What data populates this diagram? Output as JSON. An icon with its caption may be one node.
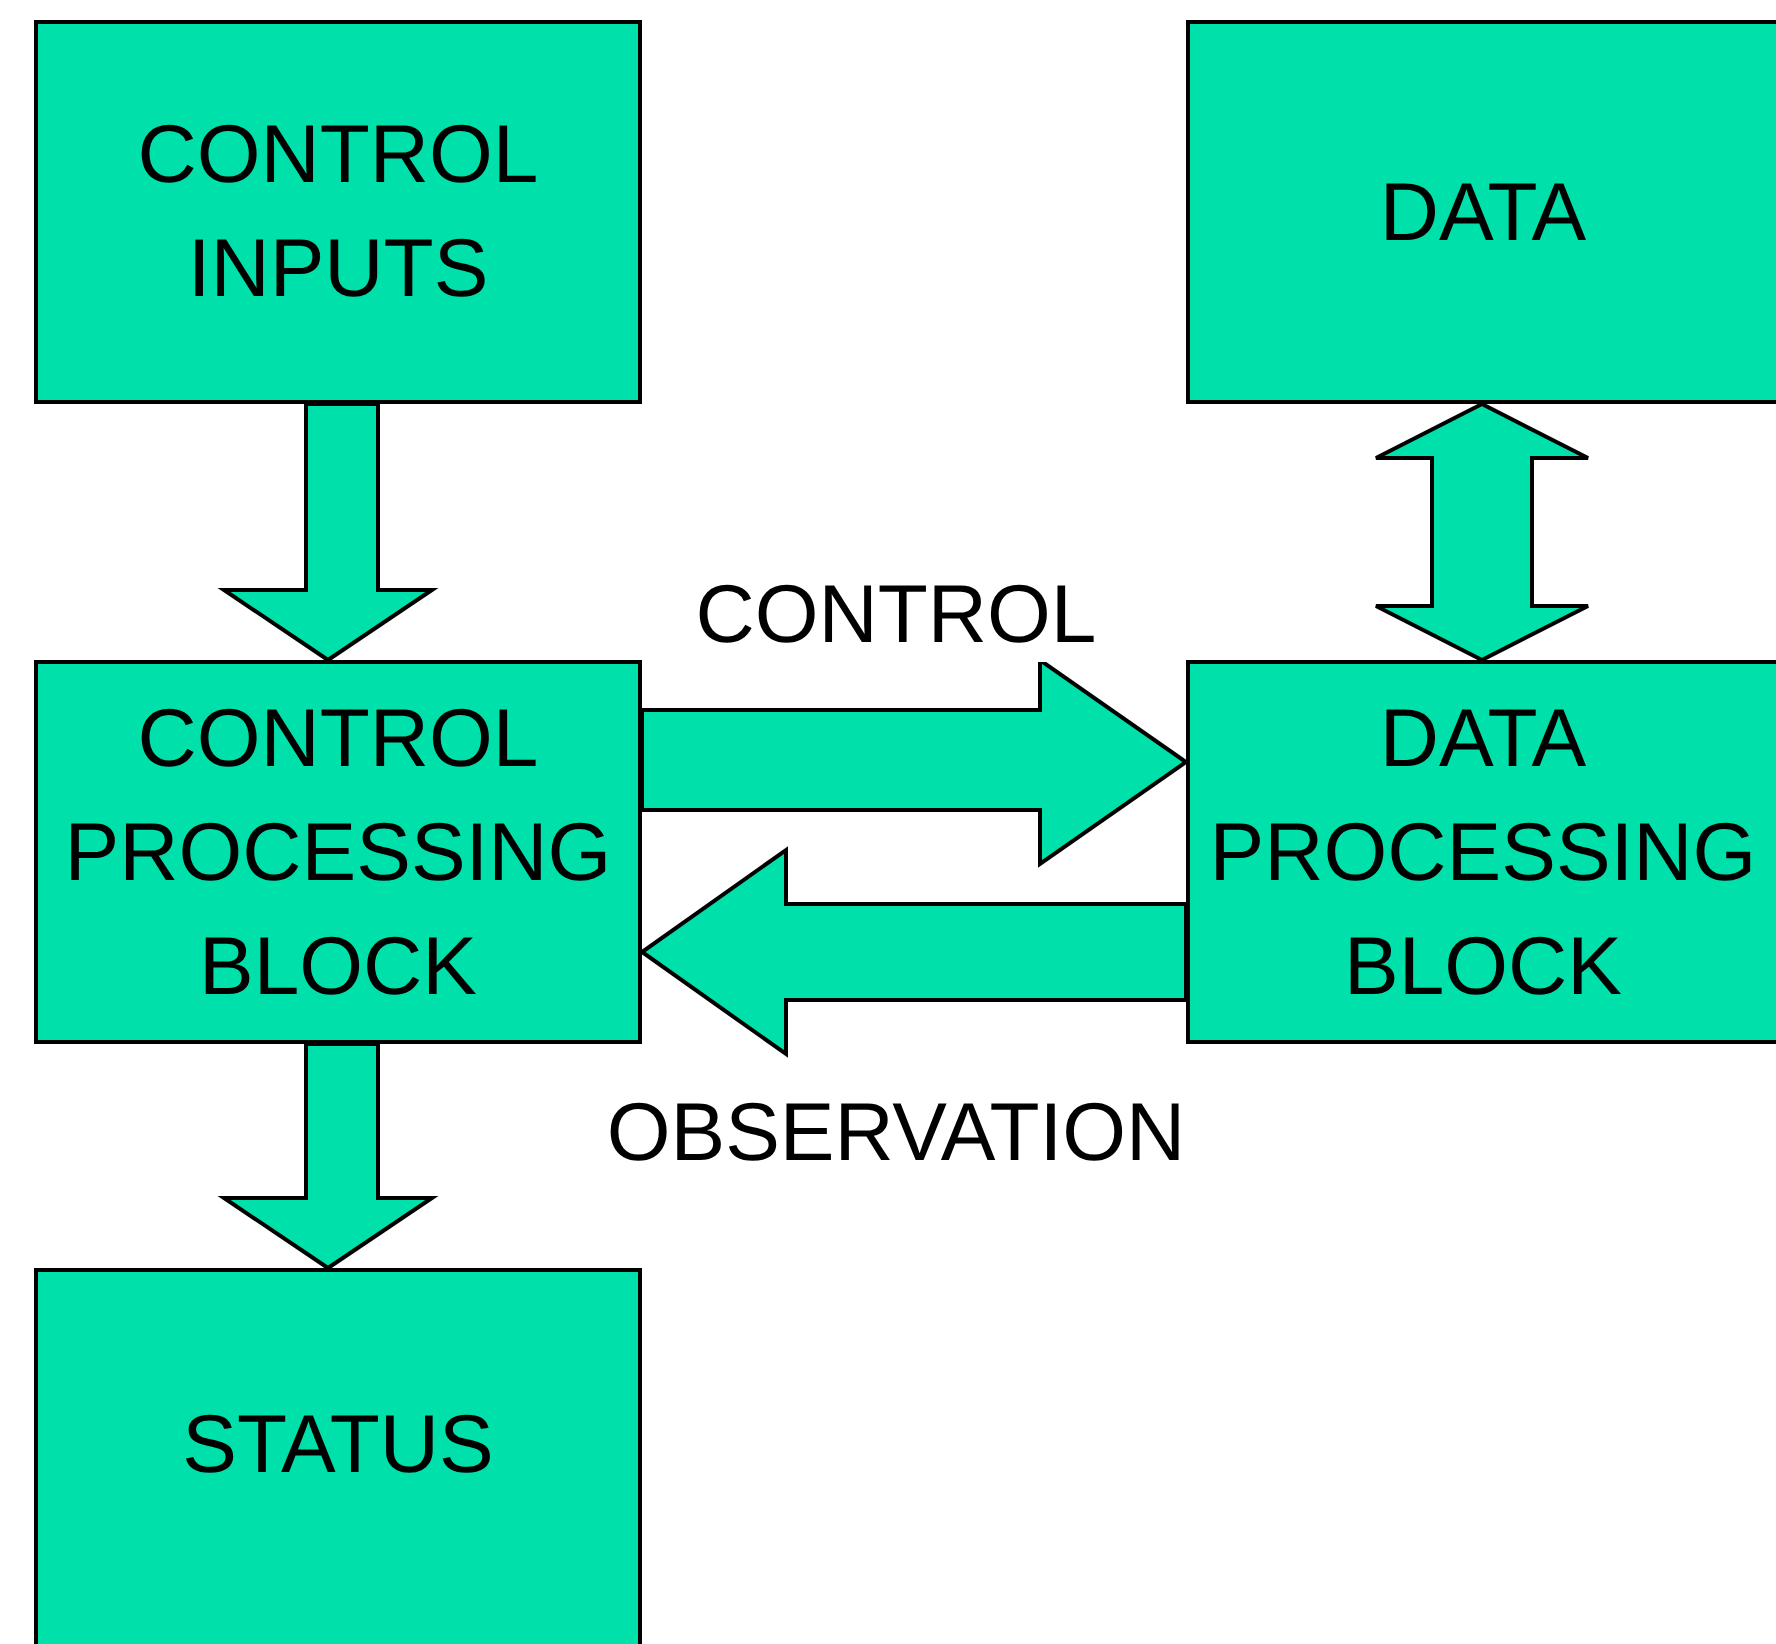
{
  "diagram": {
    "nodes": [
      {
        "text": [
          "CONTROL INPUTS"
        ]
      },
      {
        "text": [
          "DATA"
        ]
      },
      {
        "text": [
          "CONTROL PROCESSING BLOCK"
        ]
      },
      {
        "text": [
          "DATA PROCESSING BLOCK"
        ]
      },
      {
        "text": [
          "STATUS"
        ]
      }
    ],
    "edges": [
      {
        "from": 0,
        "to": 2,
        "arrow": "to"
      },
      {
        "from": 1,
        "to": 3,
        "arrow": "both"
      },
      {
        "from": 2,
        "to": 3,
        "arrow": "to",
        "label": "CONTROL"
      },
      {
        "from": 3,
        "to": 2,
        "arrow": "to",
        "label": "OBSERVATION"
      },
      {
        "from": 2,
        "to": 4,
        "arrow": "to"
      }
    ]
  }
}
